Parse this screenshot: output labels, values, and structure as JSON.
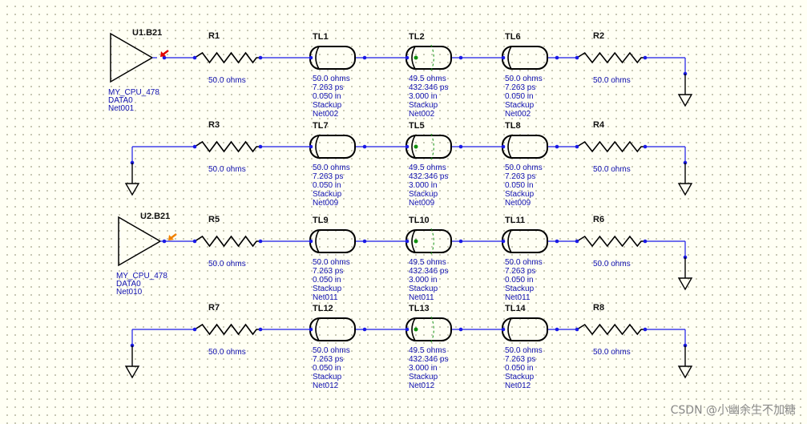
{
  "rows": [
    {
      "driver": {
        "ref": "U1.B21",
        "props": [
          "MY_CPU_478",
          "DATA0",
          "Net001"
        ],
        "marker_color": "#e00000"
      },
      "r_left": {
        "ref": "R1",
        "value": "50.0 ohms"
      },
      "tl_a": {
        "ref": "TL1",
        "props": [
          "50.0 ohms",
          "7.263 ps",
          "0.050 in",
          "Stackup",
          "Net002"
        ]
      },
      "tl_b": {
        "ref": "TL2",
        "props": [
          "49.5 ohms",
          "432.346 ps",
          "3.000 in",
          "Stackup",
          "Net002"
        ]
      },
      "tl_c": {
        "ref": "TL6",
        "props": [
          "50.0 ohms",
          "7.263 ps",
          "0.050 in",
          "Stackup",
          "Net002"
        ]
      },
      "r_right": {
        "ref": "R2",
        "value": "50.0 ohms"
      }
    },
    {
      "r_left": {
        "ref": "R3",
        "value": "50.0 ohms"
      },
      "tl_a": {
        "ref": "TL7",
        "props": [
          "50.0 ohms",
          "7.263 ps",
          "0.050 in",
          "Stackup",
          "Net009"
        ]
      },
      "tl_b": {
        "ref": "TL5",
        "props": [
          "49.5 ohms",
          "432.346 ps",
          "3.000 in",
          "Stackup",
          "Net009"
        ]
      },
      "tl_c": {
        "ref": "TL8",
        "props": [
          "50.0 ohms",
          "7.263 ps",
          "0.050 in",
          "Stackup",
          "Net009"
        ]
      },
      "r_right": {
        "ref": "R4",
        "value": "50.0 ohms"
      }
    },
    {
      "driver": {
        "ref": "U2.B21",
        "props": [
          "MY_CPU_478",
          "DATA0",
          "Net010"
        ],
        "marker_color": "#f08000"
      },
      "r_left": {
        "ref": "R5",
        "value": "50.0 ohms"
      },
      "tl_a": {
        "ref": "TL9",
        "props": [
          "50.0 ohms",
          "7.263 ps",
          "0.050 in",
          "Stackup",
          "Net011"
        ]
      },
      "tl_b": {
        "ref": "TL10",
        "props": [
          "49.5 ohms",
          "432.346 ps",
          "3.000 in",
          "Stackup",
          "Net011"
        ]
      },
      "tl_c": {
        "ref": "TL11",
        "props": [
          "50.0 ohms",
          "7.263 ps",
          "0.050 in",
          "Stackup",
          "Net011"
        ]
      },
      "r_right": {
        "ref": "R6",
        "value": "50.0 ohms"
      }
    },
    {
      "r_left": {
        "ref": "R7",
        "value": "50.0 ohms"
      },
      "tl_a": {
        "ref": "TL12",
        "props": [
          "50.0 ohms",
          "7.263 ps",
          "0.050 in",
          "Stackup",
          "Net012"
        ]
      },
      "tl_b": {
        "ref": "TL13",
        "props": [
          "49.5 ohms",
          "432.346 ps",
          "3.000 in",
          "Stackup",
          "Net012"
        ]
      },
      "tl_c": {
        "ref": "TL14",
        "props": [
          "50.0 ohms",
          "7.263 ps",
          "0.050 in",
          "Stackup",
          "Net012"
        ]
      },
      "r_right": {
        "ref": "R8",
        "value": "50.0 ohms"
      }
    }
  ],
  "watermark": "CSDN @小幽余生不加糖",
  "colors": {
    "wire": "#1a1ae6",
    "text": "#1010b0",
    "coupling": "#109010"
  }
}
